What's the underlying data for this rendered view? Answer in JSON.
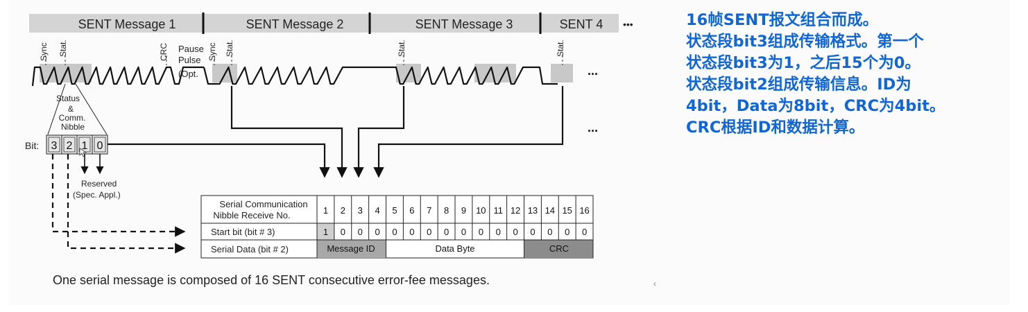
{
  "diagram": {
    "messages": [
      "SENT Message 1",
      "SENT Message 2",
      "SENT Message 3",
      "SENT 4"
    ],
    "ellipsis": "•••",
    "pulse_labels": {
      "sync": "Sync",
      "stat": "Stat.",
      "crc": "CRC",
      "pause": "Pause",
      "pulse": "Pulse",
      "opt": "(Opt."
    },
    "dots": "...",
    "status_labels": [
      "Status",
      "&",
      "Comm.",
      "Nibble"
    ],
    "bit_label": "Bit:",
    "bits": [
      "3",
      "2",
      "1",
      "0"
    ],
    "reserved": [
      "Reserved",
      "(Spec. Appl.)"
    ],
    "table": {
      "header_label": [
        "Serial Communication",
        "Nibble Receive No."
      ],
      "numbers": [
        "1",
        "2",
        "3",
        "4",
        "5",
        "6",
        "7",
        "8",
        "9",
        "10",
        "11",
        "12",
        "13",
        "14",
        "15",
        "16"
      ],
      "start_label": "Start bit (bit # 3)",
      "start_values": [
        "1",
        "0",
        "0",
        "0",
        "0",
        "0",
        "0",
        "0",
        "0",
        "0",
        "0",
        "0",
        "0",
        "0",
        "0",
        "0"
      ],
      "serial_label": "Serial Data (bit # 2)",
      "segments": [
        "Message ID",
        "Data Byte",
        "CRC"
      ]
    },
    "caption": "One serial message is composed of 16 SENT consecutive error-fee messages."
  },
  "notes": [
    "16帧SENT报文组合而成。",
    "状态段bit3组成传输格式。第一个",
    "状态段bit3为1，之后15个为0。",
    "状态段bit2组成传输信息。ID为",
    "4bit，Data为8bit，CRC为4bit。",
    "CRC根据ID和数据计算。"
  ],
  "collapse_icon": "‹"
}
